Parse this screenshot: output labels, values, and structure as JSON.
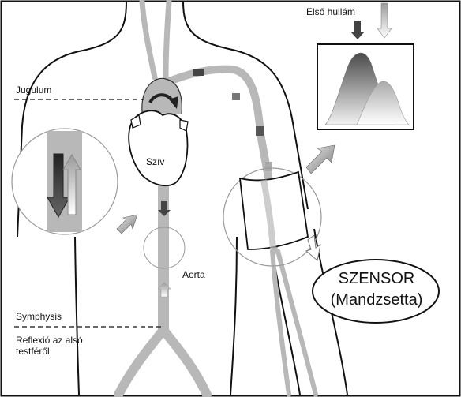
{
  "labels": {
    "first_wave": "Első hullám",
    "jugulum": "Jugulum",
    "heart": "Szív",
    "aorta": "Aorta",
    "symphysis": "Symphysis",
    "reflection": "Reflexió az alsó testféről",
    "sensor_line1": "SZENSOR",
    "sensor_line2": "(Mandzsetta)"
  },
  "colors": {
    "background": "#ffffff",
    "outline": "#111111",
    "vessel": "#b8b8b8",
    "arrow_dark": "#3a3a3a",
    "arrow_light": "#d8d8d8",
    "wave_first": "#777777",
    "wave_reflected": "#c8c8c8"
  },
  "icons": [
    "down-arrow-dark",
    "up-arrow-light",
    "diagonal-arrow-out",
    "diagonal-arrow-in"
  ]
}
